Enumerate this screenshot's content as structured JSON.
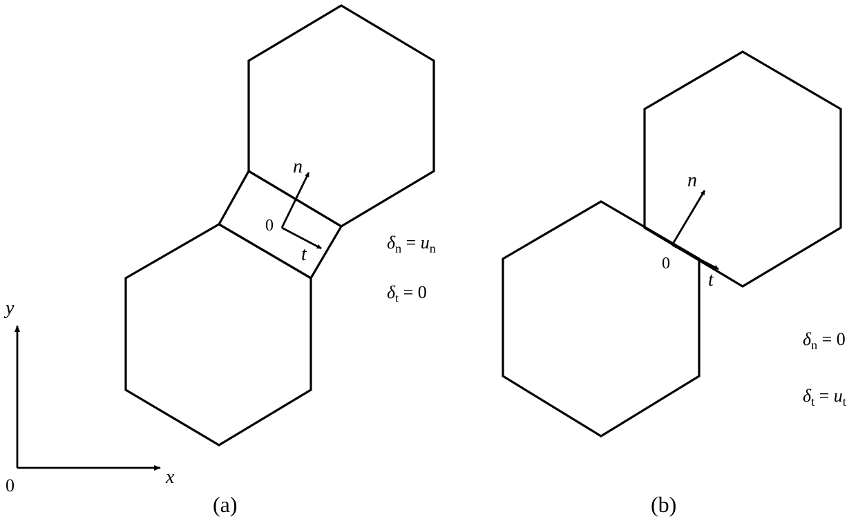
{
  "axes": {
    "origin_label": "0",
    "x_label": "x",
    "y_label": "y"
  },
  "panel_a": {
    "caption": "(a)",
    "origin_label": "0",
    "n_label": "n",
    "t_label": "t",
    "eq1": {
      "delta": "δ",
      "sub": "n",
      "rel": " = ",
      "rhs": "u",
      "rhs_sub": "n"
    },
    "eq2": {
      "delta": "δ",
      "sub": "t",
      "rel": " = 0"
    }
  },
  "panel_b": {
    "caption": "(b)",
    "origin_label": "0",
    "n_label": "n",
    "t_label": "t",
    "eq1": {
      "delta": "δ",
      "sub": "n",
      "rel": " = 0"
    },
    "eq2": {
      "delta": "δ",
      "sub": "t",
      "rel": " = ",
      "rhs": "u",
      "rhs_sub": "t"
    }
  }
}
